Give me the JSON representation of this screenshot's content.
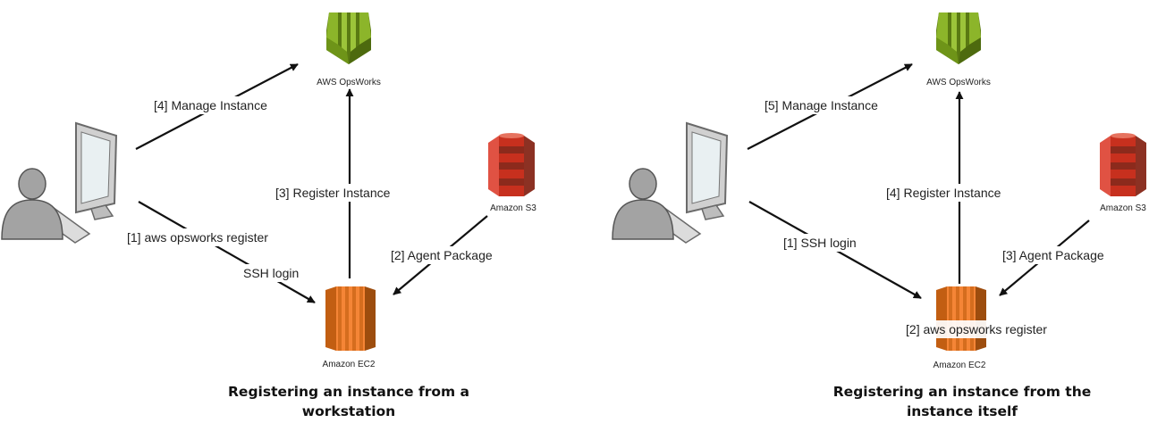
{
  "left_diagram": {
    "caption_line1": "Registering an instance from a",
    "caption_line2": "workstation",
    "opsworks_label": "AWS OpsWorks",
    "s3_label": "Amazon S3",
    "ec2_label": "Amazon EC2",
    "edge_manage": "[4] Manage Instance",
    "edge_register": "[3] Register Instance",
    "edge_command": "[1] aws opsworks register",
    "edge_ssh": "SSH login",
    "edge_agent": "[2] Agent Package"
  },
  "right_diagram": {
    "caption_line1": "Registering an instance from the",
    "caption_line2": "instance itself",
    "opsworks_label": "AWS OpsWorks",
    "s3_label": "Amazon S3",
    "ec2_label": "Amazon EC2",
    "edge_manage": "[5] Manage Instance",
    "edge_register": "[4] Register Instance",
    "edge_ssh": "[1] SSH login",
    "edge_agent": "[3] Agent Package",
    "ec2_command": "[2] aws opsworks register"
  },
  "colors": {
    "opsworks_green": "#7AA116",
    "s3_red": "#D13212",
    "ec2_orange": "#F58536",
    "user_gray": "#9e9e9e"
  }
}
